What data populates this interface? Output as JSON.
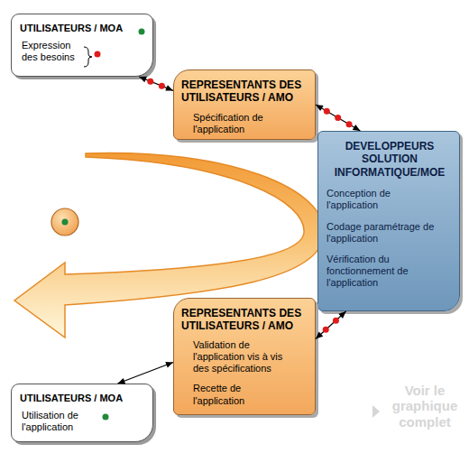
{
  "diagram": {
    "nodes": [
      {
        "text": [
          "UTILISATEURS / MOA",
          "Expression des besoins"
        ]
      },
      {
        "text": [
          "REPRESENTANTS DES UTILISATEURS / AMO",
          "Spécification de l'application"
        ]
      },
      {
        "text": [
          "DEVELOPPEURS SOLUTION INFORMATIQUE/MOE",
          "Conception de l'application",
          "Codage paramétrage de l'application",
          "Vérification du fonctionnement de l'application"
        ]
      },
      {
        "text": [
          "REPRESENTANTS DES UTILISATEURS / AMO",
          "Validation de l'application vis à vis des spécifications",
          "Recette de l'application"
        ]
      },
      {
        "text": [
          "UTILISATEURS / MOA",
          "Utilisation de l'application"
        ]
      }
    ],
    "edges": [
      {
        "from": 0,
        "to": 1,
        "arrow": "both"
      },
      {
        "from": 1,
        "to": 2,
        "arrow": "both"
      },
      {
        "from": 2,
        "to": 3,
        "arrow": "both"
      },
      {
        "from": 3,
        "to": 4,
        "arrow": "both"
      }
    ],
    "labels": [
      "Voir le graphique complet"
    ]
  }
}
